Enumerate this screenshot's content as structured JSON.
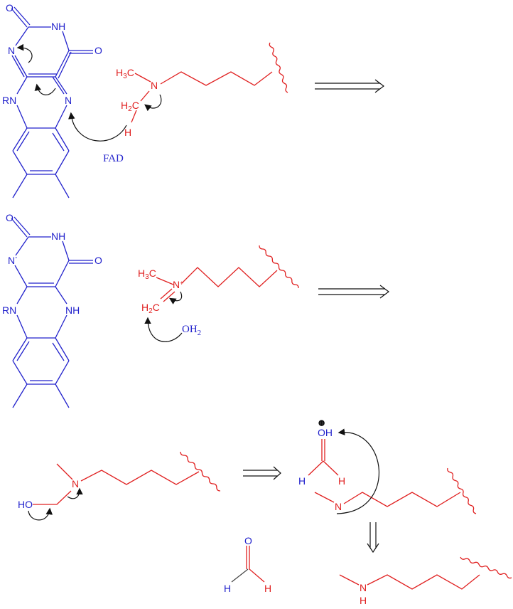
{
  "labels": {
    "o": "O",
    "nh": "NH",
    "n": "N",
    "n_minus": "N",
    "minus": "-",
    "rn": "RN",
    "fad": "FAD",
    "h3c_h": "H",
    "h3c_sub": "3",
    "h3c_c": "C",
    "h2c_h": "H",
    "h2c_sub": "2",
    "h2c_c": "C",
    "h": "H",
    "n_plus": "N",
    "plus": "+",
    "oh2_o": "OH",
    "oh2_sub": "2",
    "ho": "HO",
    "oh": "OH",
    "oplus": "⊕"
  },
  "colors": {
    "flavin": "#2222cc",
    "substrate": "#e02020",
    "arrows": "#111111"
  }
}
